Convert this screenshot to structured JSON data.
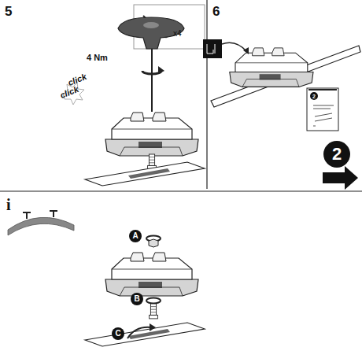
{
  "diagram": {
    "nodes": [
      {
        "text": [
          "2"
        ]
      },
      {
        "text": [
          "2"
        ]
      },
      {
        "text": [
          "A"
        ]
      },
      {
        "text": [
          "B"
        ]
      },
      {
        "text": [
          "C"
        ]
      }
    ],
    "labels": [
      "5",
      "6",
      "4 Nm",
      "click",
      "click",
      "x4",
      "i"
    ]
  }
}
